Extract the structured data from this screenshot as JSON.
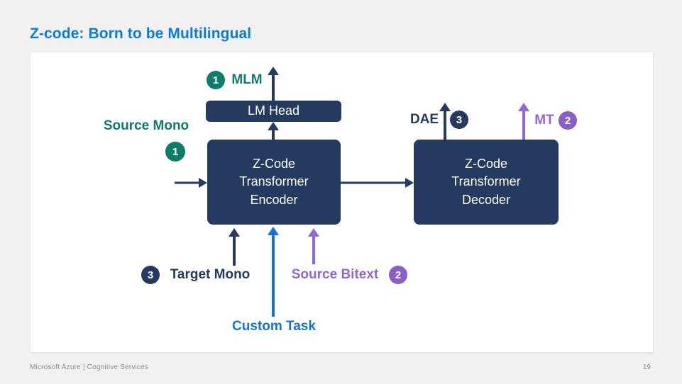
{
  "slide": {
    "title": "Z-code: Born to be Multilingual",
    "footer_left": "Microsoft Azure | Cognitive Services",
    "page_number": "19"
  },
  "palette": {
    "title_blue": "#0b7cd7",
    "node_navy": "#243a5e",
    "green": "#0e7c6b",
    "purple": "#9166d2",
    "purple_badge": "#8a5ec9",
    "blue": "#1273d4",
    "footer_gray": "#8c8c8c",
    "panel_bg": "#ffffff",
    "slide_bg": "#f1f1f1"
  },
  "diagram": {
    "boxes": {
      "lm_head": "LM Head",
      "encoder": "Z-Code\nTransformer\nEncoder",
      "decoder": "Z-Code\nTransformer\nDecoder"
    },
    "labels": {
      "mlm": {
        "badge": "1",
        "text": "MLM"
      },
      "source_mono": {
        "badge": "1",
        "text": "Source Mono"
      },
      "dae": {
        "badge": "3",
        "text": "DAE"
      },
      "mt": {
        "badge": "2",
        "text": "MT"
      },
      "target_mono": {
        "badge": "3",
        "text": "Target Mono"
      },
      "source_bitext": {
        "badge": "2",
        "text": "Source Bitext"
      },
      "custom_task": {
        "text": "Custom Task"
      }
    }
  }
}
